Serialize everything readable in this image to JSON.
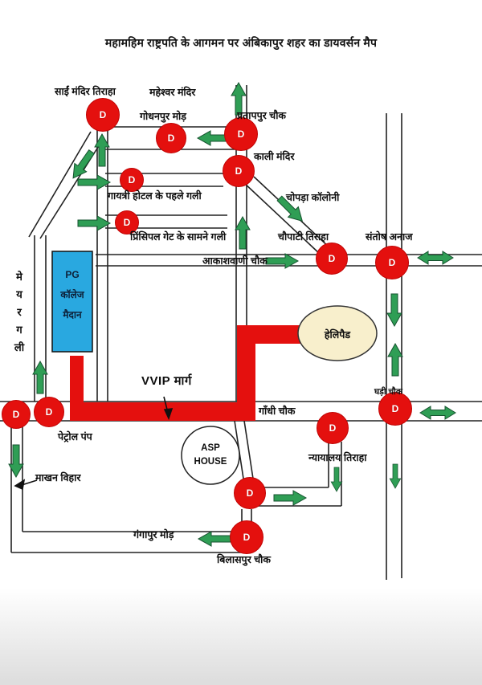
{
  "title": "महामहिम राष्ट्रपति के आगमन पर अंबिकापुर शहर का डायवर्सन मैप",
  "d_label": "D",
  "labels": {
    "sai_mandir": "साईं मंदिर तिराहा",
    "maheshwar_mandir": "महेश्वर मंदिर",
    "godhanpur_mod": "गोधनपुर मोड़",
    "pratappur_chowk": "प्रतापपुर चौक",
    "kali_mandir": "काली मंदिर",
    "chopra_colony": "चोपड़ा कॉलोनी",
    "gayatri_gali": "गायत्री होटल के पहले गली",
    "principal_gali": "प्रिंसिपल गेट के सामने गली",
    "chaupati_tiraha": "चौपाटी तिराहा",
    "santosh_anaj": "संतोष अनाज",
    "akashwani_chowk": "आकाशवाणी चौक",
    "mayor_gali": "मे\nय\nर\nग\nली",
    "vvip_marg": "VVIP मार्ग",
    "gandhi_chowk": "गाँधी चौक",
    "ghadi_chowk": "घड़ी चौक",
    "petrol_pump": "पेट्रोल पंप",
    "nyayalaya_tiraha": "न्यायालय तिराहा",
    "makhan_vihar": "माखन विहार",
    "gangapur_mod": "गंगापुर मोड़",
    "bilaspur_chowk": "बिलासपुर चौक"
  },
  "areas": {
    "pg_college": "PG\nकॉलेज\nमैदान",
    "helipad": "हेलिपैड",
    "asp_house": "ASP\nHOUSE"
  },
  "colors": {
    "diversion_red": "#e4100e",
    "arrow_green": "#2f9e55",
    "college_blue": "#29a8e0",
    "helipad_cream": "#f8efcc",
    "road_black": "#222222"
  }
}
